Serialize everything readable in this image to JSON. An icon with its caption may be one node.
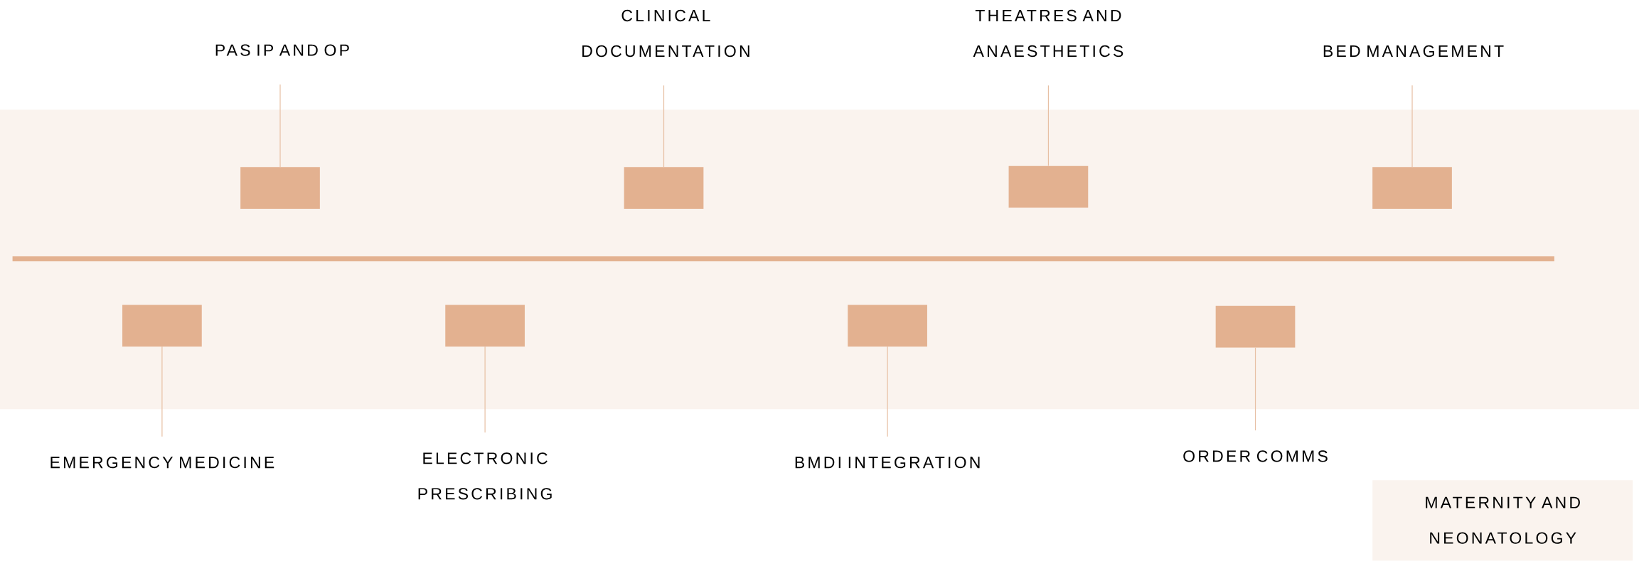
{
  "diagram": {
    "nodes": [
      {
        "text": [
          "PAS IP AND OP"
        ]
      },
      {
        "text": [
          "CLINICAL DOCUMENTATION"
        ]
      },
      {
        "text": [
          "THEATRES AND ANAESTHETICS"
        ]
      },
      {
        "text": [
          "BED MANAGEMENT"
        ]
      },
      {
        "text": [],
        "shape": "box"
      },
      {
        "text": [],
        "shape": "box"
      },
      {
        "text": [],
        "shape": "box"
      },
      {
        "text": [],
        "shape": "box"
      },
      {
        "text": [],
        "shape": "box"
      },
      {
        "text": [],
        "shape": "box"
      },
      {
        "text": [],
        "shape": "box"
      },
      {
        "text": [],
        "shape": "box"
      },
      {
        "text": [
          "EMERGENCY MEDICINE"
        ]
      },
      {
        "text": [
          "ELECTRONIC PRESCRIBING"
        ]
      },
      {
        "text": [
          "BMDI INTEGRATION"
        ]
      },
      {
        "text": [
          "ORDER COMMS"
        ]
      },
      {
        "text": [
          "MATERNITY AND NEONATOLOGY"
        ]
      }
    ],
    "edges": [
      {
        "from": 0,
        "to": 4,
        "arrow": "none"
      },
      {
        "from": 1,
        "to": 5,
        "arrow": "none"
      },
      {
        "from": 2,
        "to": 6,
        "arrow": "none"
      },
      {
        "from": 3,
        "to": 7,
        "arrow": "none"
      },
      {
        "from": 12,
        "to": 8,
        "arrow": "none"
      },
      {
        "from": 13,
        "to": 9,
        "arrow": "none"
      },
      {
        "from": 14,
        "to": 10,
        "arrow": "none"
      },
      {
        "from": 15,
        "to": 11,
        "arrow": "none"
      }
    ]
  }
}
